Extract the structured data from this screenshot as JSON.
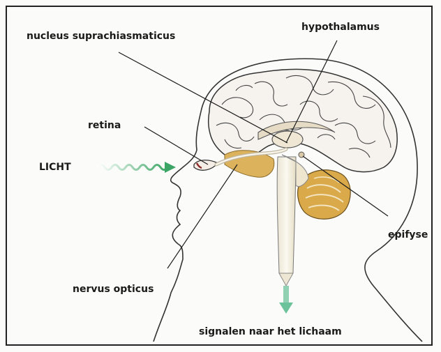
{
  "labels": {
    "nucleus": "nucleus suprachiasmaticus",
    "hypothalamus": "hypothalamus",
    "retina": "retina",
    "licht": "LICHT",
    "epifyse": "epifyse",
    "nervus": "nervus opticus",
    "signalen": "signalen naar het lichaam"
  },
  "colors": {
    "outline": "#333333",
    "light_wave": "#3aa564",
    "signal_arrow": "#6cc29a",
    "cerebellum": "#d9a94a",
    "eye": "#8c2b2b"
  }
}
